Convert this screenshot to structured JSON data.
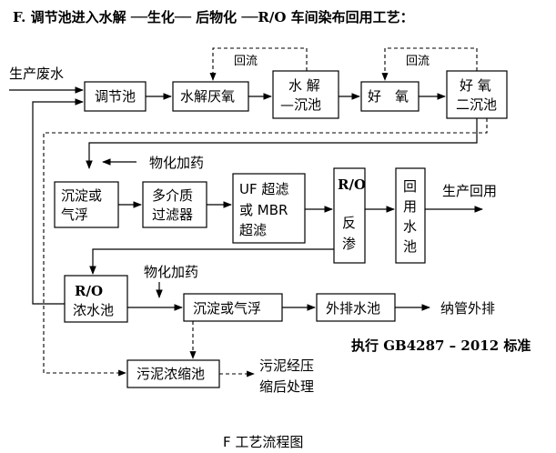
{
  "title": "F. 调节池进入水解 ──生化── 后物化 ──R/O 车间染布回用工艺：",
  "caption": "F 工艺流程图",
  "inputs": {
    "wastewater": "生产废水"
  },
  "boxes": {
    "tiaojie": "调节池",
    "shuijie": "水解厌氧",
    "shuijie_chen": [
      "水 解",
      "—沉池"
    ],
    "haoyang": "好　氧",
    "haoyang_erchen": [
      "好 氧",
      "二沉池"
    ],
    "chendian1": [
      "沉淀或",
      "气浮"
    ],
    "duojie": [
      "多介质",
      "过滤器"
    ],
    "uf_mbr": [
      "UF 超滤",
      "或 MBR",
      "超滤"
    ],
    "ro": [
      "R/O",
      "反",
      "渗"
    ],
    "huiyong": [
      "回",
      "用",
      "水",
      "池"
    ],
    "ro_nong": [
      "R/O",
      "浓水池"
    ],
    "chendian2": "沉淀或气浮",
    "waipai": "外排水池",
    "wuni": "污泥浓缩池"
  },
  "labels": {
    "huiliu1": "回流",
    "huiliu2": "回流",
    "wuhua1": "物化加药",
    "wuhua2": "物化加药",
    "shengchan_huiyong": "生产回用",
    "naguan": "纳管外排",
    "standard": "执行 GB4287 – 2012 标准",
    "sludge_out": [
      "污泥经压",
      "缩后处理"
    ]
  }
}
